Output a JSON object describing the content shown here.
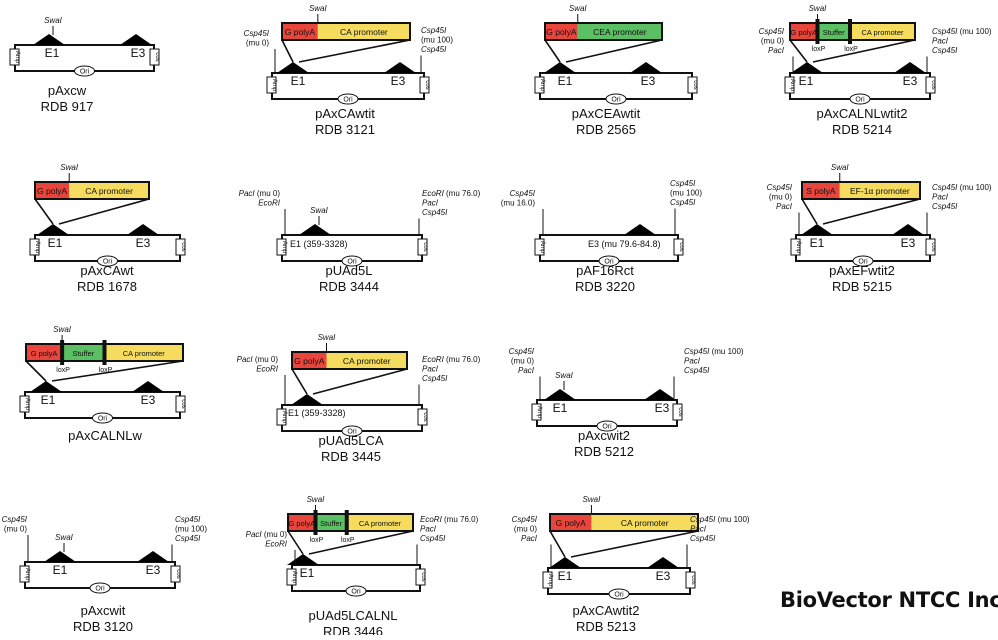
{
  "brand": "BioVector NTCC Inc.",
  "colors": {
    "red": "#e8453c",
    "green": "#5bbf63",
    "yellow": "#f6dc5e",
    "black": "#111111"
  },
  "labels": {
    "ori": "Ori",
    "amp": "Amp",
    "cos": "cos",
    "swal": "SwaI",
    "loxp": "loxP",
    "e1": "E1",
    "e3": "E3"
  },
  "vectors": [
    {
      "name": "pAxcw",
      "rdb": "RDB 917"
    },
    {
      "name": "pAxCAwtit",
      "rdb": "RDB 3121",
      "insert": [
        "G polyA",
        "CA promoter"
      ],
      "left_sites": [
        {
          "k": "Csp45I",
          "t": ""
        },
        {
          "k": "",
          "t": "(mu 0)"
        }
      ],
      "right_sites": [
        {
          "k": "Csp45I",
          "t": ""
        },
        {
          "k": "",
          "t": "(mu 100)"
        },
        {
          "k": "Csp45I",
          "t": ""
        }
      ]
    },
    {
      "name": "pAxCEAwtit",
      "rdb": "RDB 2565",
      "insert": [
        "G polyA",
        "CEA promoter"
      ]
    },
    {
      "name": "pAxCALNLwtit2",
      "rdb": "RDB 5214",
      "insert": [
        "G polyA",
        "Stuffer",
        "CA promoter"
      ],
      "left_sites": [
        {
          "k": "Csp45I",
          "t": ""
        },
        {
          "k": "",
          "t": "(mu 0)"
        },
        {
          "k": "PacI",
          "t": ""
        }
      ],
      "right_sites": [
        {
          "k": "Csp45I",
          "t": " (mu 100)"
        },
        {
          "k": "PacI",
          "t": ""
        },
        {
          "k": "Csp45I",
          "t": ""
        }
      ]
    },
    {
      "name": "pAxCAwt",
      "rdb": "RDB 1678",
      "insert": [
        "G polyA",
        "CA promoter"
      ]
    },
    {
      "name": "pUAd5L",
      "rdb": "RDB 3444",
      "fragment": "E1 (359-3328)",
      "left_sites": [
        {
          "k": "PacI",
          "t": " (mu 0)"
        },
        {
          "k": "EcoRI",
          "t": ""
        }
      ],
      "right_sites": [
        {
          "k": "EcoRI",
          "t": " (mu 76.0)"
        },
        {
          "k": "PacI",
          "t": ""
        },
        {
          "k": "Csp45I",
          "t": ""
        }
      ]
    },
    {
      "name": "pAF16Rct",
      "rdb": "RDB 3220",
      "fragment": "E3 (mu 79.6-84.8)",
      "left_sites": [
        {
          "k": "Csp45I",
          "t": ""
        },
        {
          "k": "",
          "t": "(mu 16.0)"
        }
      ],
      "right_sites": [
        {
          "k": "Csp45I",
          "t": ""
        },
        {
          "k": "",
          "t": "(mu 100)"
        },
        {
          "k": "Csp45I",
          "t": ""
        }
      ]
    },
    {
      "name": "pAxEFwtit2",
      "rdb": "RDB 5215",
      "insert": [
        "S polyA",
        "EF-1α promoter"
      ],
      "left_sites": [
        {
          "k": "Csp45I",
          "t": ""
        },
        {
          "k": "",
          "t": "(mu 0)"
        },
        {
          "k": "PacI",
          "t": ""
        }
      ],
      "right_sites": [
        {
          "k": "Csp45I",
          "t": " (mu 100)"
        },
        {
          "k": "PacI",
          "t": ""
        },
        {
          "k": "Csp45I",
          "t": ""
        }
      ]
    },
    {
      "name": "pAxCALNLw",
      "rdb": "",
      "insert": [
        "G polyA",
        "Stuffer",
        "CA promoter"
      ]
    },
    {
      "name": "pUAd5LCA",
      "rdb": "RDB 3445",
      "insert": [
        "G polyA",
        "CA promoter"
      ],
      "fragment": "E1 (359-3328)",
      "left_sites": [
        {
          "k": "PacI",
          "t": " (mu 0)"
        },
        {
          "k": "EcoRI",
          "t": ""
        }
      ],
      "right_sites": [
        {
          "k": "EcoRI",
          "t": " (mu 76.0)"
        },
        {
          "k": "PacI",
          "t": ""
        },
        {
          "k": "Csp45I",
          "t": ""
        }
      ]
    },
    {
      "name": "pAxcwit2",
      "rdb": "RDB 5212",
      "left_sites": [
        {
          "k": "Csp45I",
          "t": ""
        },
        {
          "k": "",
          "t": "(mu 0)"
        },
        {
          "k": "PacI",
          "t": ""
        }
      ],
      "right_sites": [
        {
          "k": "Csp45I",
          "t": " (mu 100)"
        },
        {
          "k": "PacI",
          "t": ""
        },
        {
          "k": "Csp45I",
          "t": ""
        }
      ]
    },
    {
      "name": "pAxcwit",
      "rdb": "RDB 3120",
      "left_sites": [
        {
          "k": "Csp45I",
          "t": ""
        },
        {
          "k": "",
          "t": "(mu 0)"
        }
      ],
      "right_sites": [
        {
          "k": "Csp45I",
          "t": ""
        },
        {
          "k": "",
          "t": "(mu 100)"
        },
        {
          "k": "Csp45I",
          "t": ""
        }
      ]
    },
    {
      "name": "pUAd5LCALNL",
      "rdb": "RDB 3446",
      "insert": [
        "G polyA",
        "Stuffer",
        "CA promoter"
      ],
      "left_sites": [
        {
          "k": "PacI",
          "t": " (mu 0)"
        },
        {
          "k": "EcoRI",
          "t": ""
        }
      ],
      "right_sites": [
        {
          "k": "EcoRI",
          "t": " (mu 76.0)"
        },
        {
          "k": "PacI",
          "t": ""
        },
        {
          "k": "Csp45I",
          "t": ""
        }
      ]
    },
    {
      "name": "pAxCAwtit2",
      "rdb": "RDB 5213",
      "insert": [
        "G polyA",
        "CA promoter"
      ],
      "left_sites": [
        {
          "k": "Csp45I",
          "t": ""
        },
        {
          "k": "",
          "t": "(mu 0)"
        },
        {
          "k": "PacI",
          "t": ""
        }
      ],
      "right_sites": [
        {
          "k": "Csp45I",
          "t": " (mu 100)"
        },
        {
          "k": "PacI",
          "t": ""
        },
        {
          "k": "Csp45I",
          "t": ""
        }
      ]
    }
  ]
}
